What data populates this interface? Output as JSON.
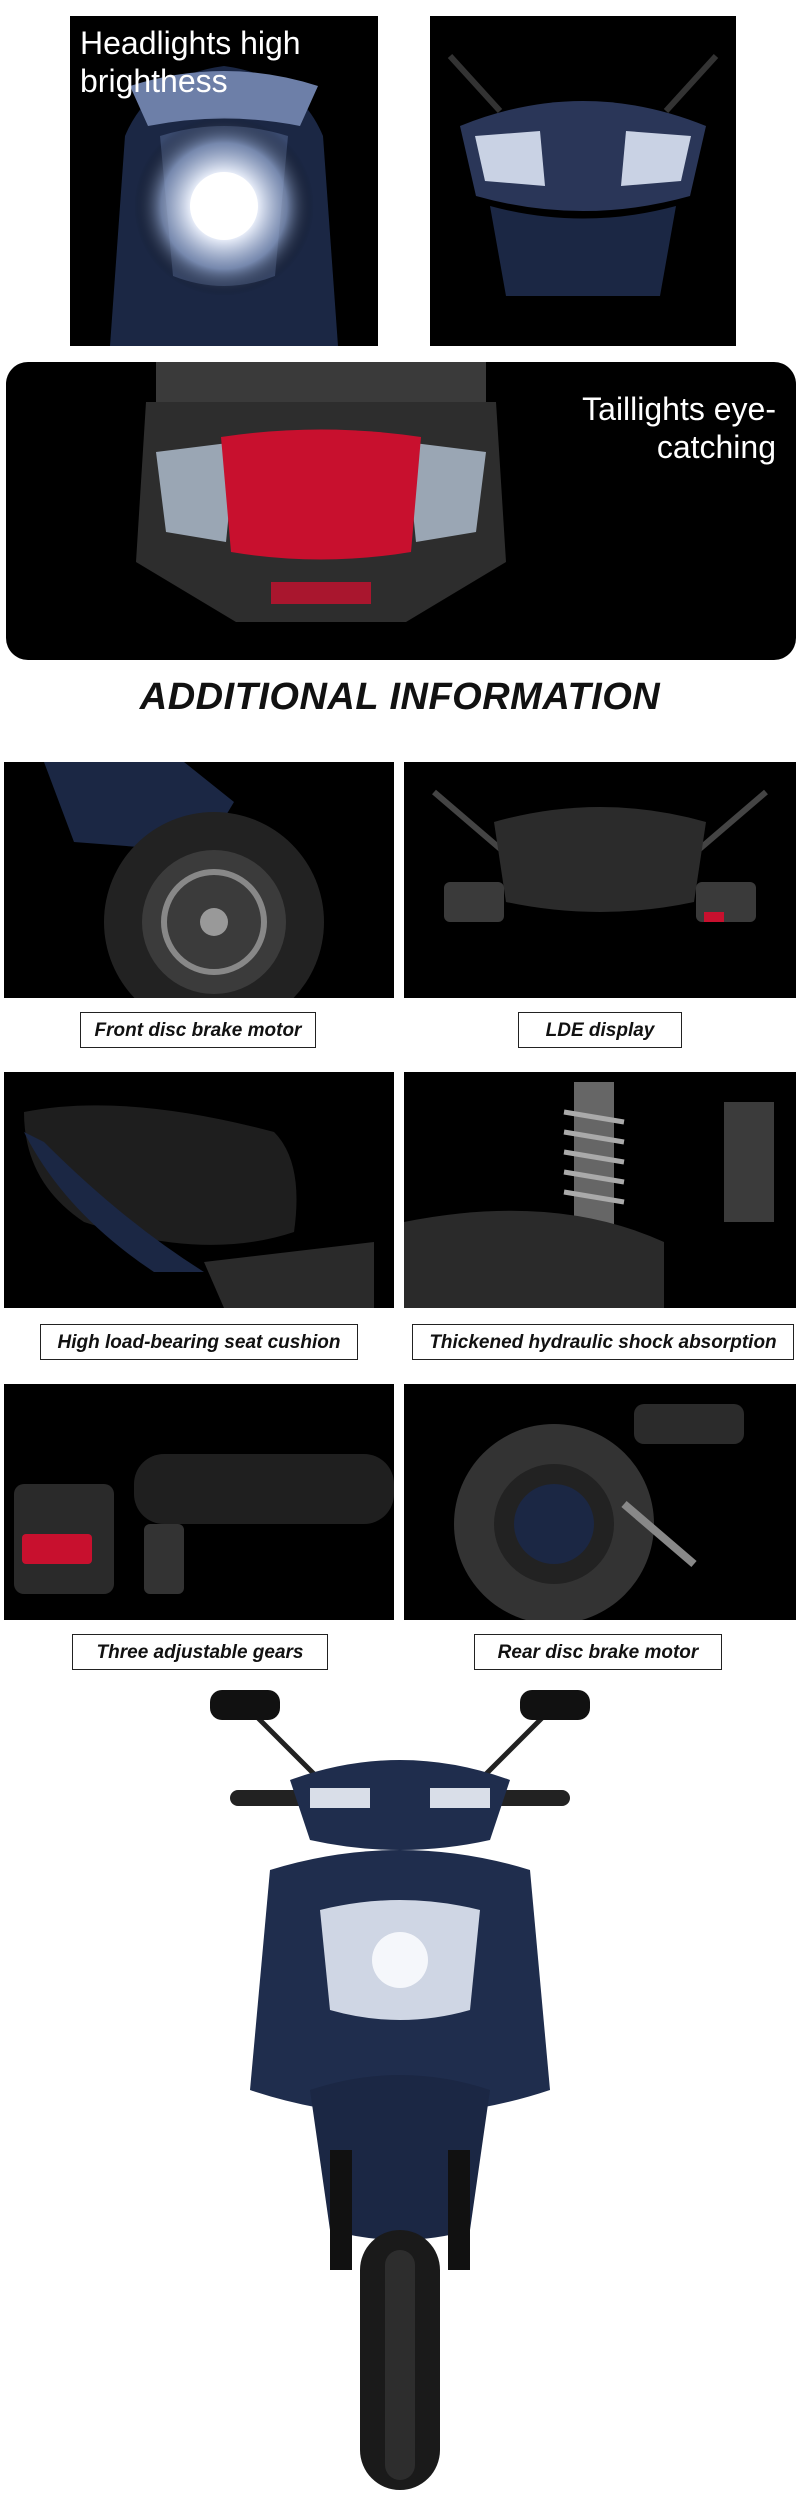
{
  "hero": {
    "headlights_text": "Headlights high brighthess",
    "taillights_text": "Taillights eye-catching"
  },
  "section": {
    "title": "ADDITIONAL INFORMATION"
  },
  "features": [
    {
      "caption": "Front disc brake motor"
    },
    {
      "caption": "LDE display"
    },
    {
      "caption": "High load-bearing seat cushion"
    },
    {
      "caption": "Thickened hydraulic shock absorption"
    },
    {
      "caption": "Three adjustable gears"
    },
    {
      "caption": "Rear disc brake motor"
    }
  ],
  "colors": {
    "panel_bg": "#000000",
    "scooter_blue": "#1f2d4d",
    "tail_red": "#c8102e",
    "caption_border": "#222222"
  }
}
